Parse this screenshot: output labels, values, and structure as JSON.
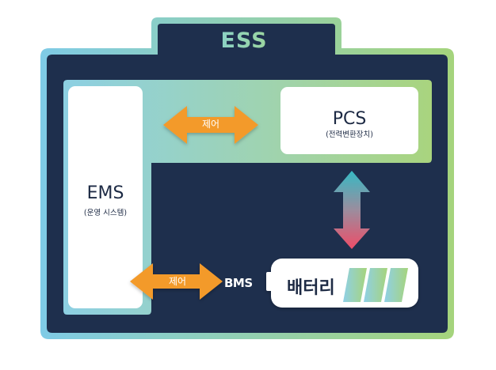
{
  "colors": {
    "navy": "#1e2f4d",
    "frame_start": "#7fcbe6",
    "frame_end": "#a5d47c",
    "arrow_orange": "#f39a2c",
    "arrow_teal": "#3fb8c0",
    "arrow_pink": "#e6506a",
    "white": "#ffffff"
  },
  "ess": {
    "title": "ESS"
  },
  "ems": {
    "title": "EMS",
    "subtitle": "(운영 시스템)"
  },
  "pcs": {
    "title": "PCS",
    "subtitle": "(전력변환장치)"
  },
  "bms": {
    "label": "BMS"
  },
  "battery": {
    "label": "배터리",
    "cells": 3
  },
  "arrows": {
    "ems_pcs": {
      "label": "제어",
      "direction": "bidirectional"
    },
    "ems_bms": {
      "label": "제어",
      "direction": "bidirectional"
    },
    "pcs_battery": {
      "direction": "bidirectional"
    }
  }
}
